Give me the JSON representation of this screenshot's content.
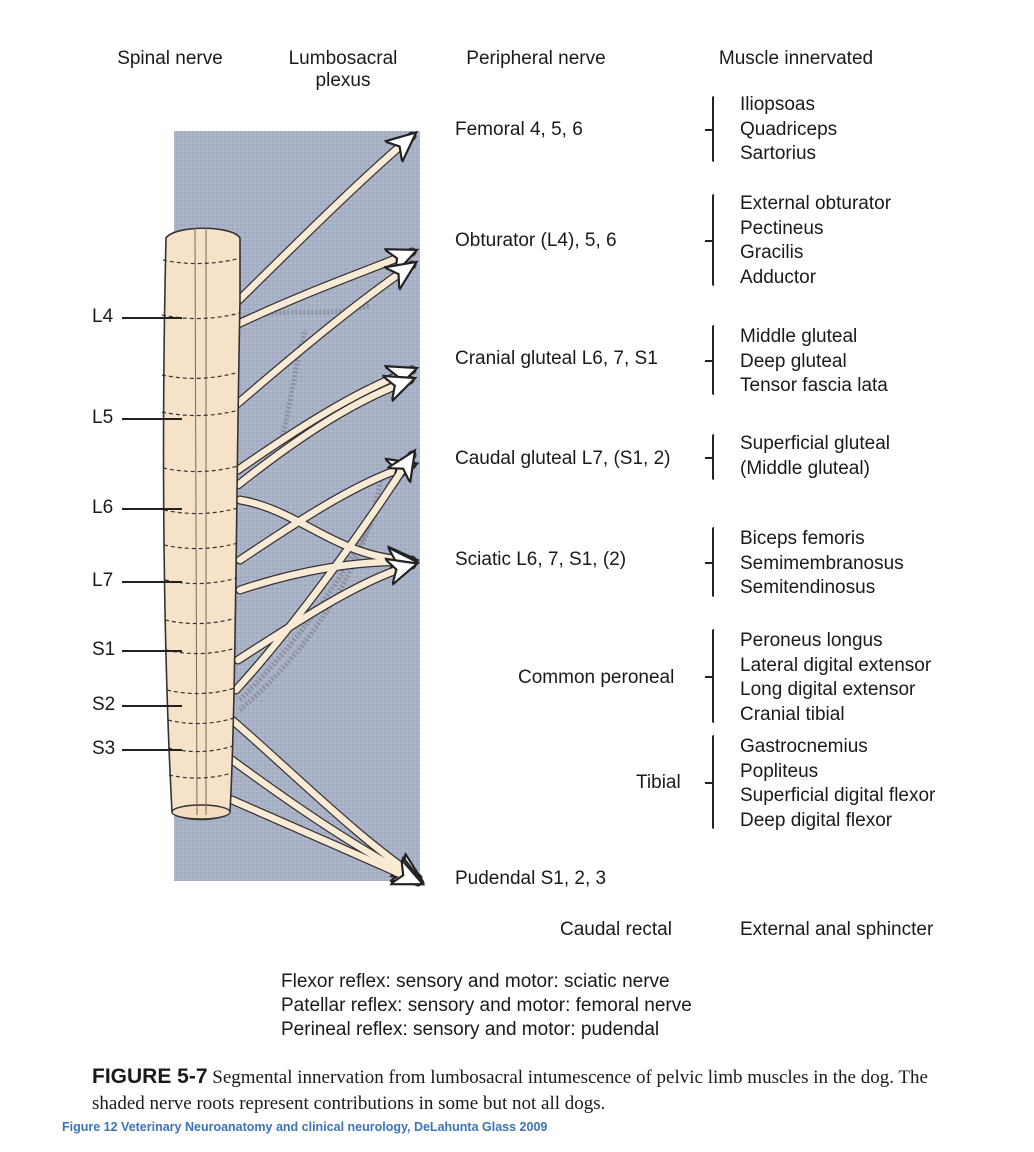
{
  "headers": {
    "spinal_nerve": "Spinal nerve",
    "lumbosacral_plexus": "Lumbosacral plexus",
    "peripheral_nerve": "Peripheral nerve",
    "muscle_innervated": "Muscle innervated"
  },
  "segments": [
    "L4",
    "L5",
    "L6",
    "L7",
    "S1",
    "S2",
    "S3"
  ],
  "nerves": [
    {
      "name": "Femoral 4, 5, 6",
      "muscles": [
        "Iliopsoas",
        "Quadriceps",
        "Sartorius"
      ]
    },
    {
      "name": "Obturator (L4), 5, 6",
      "muscles": [
        "External obturator",
        "Pectineus",
        "Gracilis",
        "Adductor"
      ]
    },
    {
      "name": "Cranial gluteal L6, 7, S1",
      "muscles": [
        "Middle gluteal",
        "Deep gluteal",
        "Tensor fascia lata"
      ]
    },
    {
      "name": "Caudal gluteal L7, (S1, 2)",
      "muscles": [
        "Superficial gluteal",
        "(Middle gluteal)"
      ]
    },
    {
      "name": "Sciatic L6, 7, S1, (2)",
      "muscles": [
        "Biceps femoris",
        "Semimembranosus",
        "Semitendinosus"
      ]
    },
    {
      "name": "Common peroneal",
      "muscles": [
        "Peroneus longus",
        "Lateral digital extensor",
        "Long digital extensor",
        "Cranial tibial"
      ]
    },
    {
      "name": "Tibial",
      "muscles": [
        "Gastrocnemius",
        "Popliteus",
        "Superficial digital flexor",
        "Deep digital flexor"
      ]
    },
    {
      "name": "Pudendal S1, 2, 3",
      "muscles": []
    },
    {
      "name": "Caudal rectal",
      "muscles": [
        "External anal sphincter"
      ]
    }
  ],
  "reflexes": [
    "Flexor reflex: sensory and motor: sciatic nerve",
    "Patellar reflex: sensory and motor: femoral nerve",
    "Perineal reflex: sensory and motor: pudendal"
  ],
  "caption": {
    "figure_label": "FIGURE 5-7",
    "text": "Segmental innervation from lumbosacral intumescence of pelvic limb muscles in the dog. The shaded nerve roots represent contributions in some but not all dogs."
  },
  "source": "Figure 12 Veterinary Neuroanatomy and clinical neurology, DeLahunta Glass 2009",
  "colors": {
    "plexus_shade": "#a9b1c6",
    "cord": "#f6e2c8",
    "nerve": "#f8ead5",
    "source_text": "#3b74b8"
  }
}
